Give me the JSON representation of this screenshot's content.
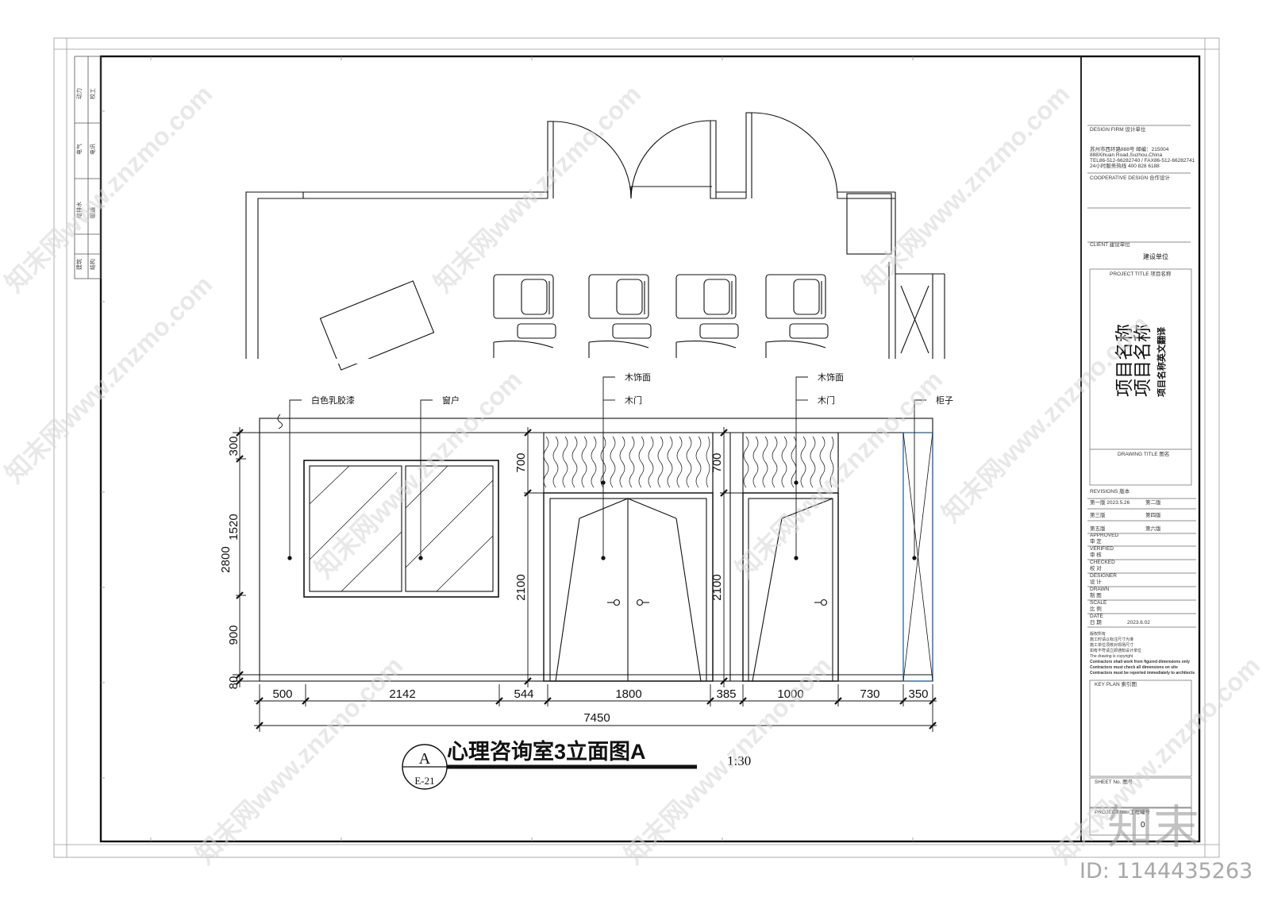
{
  "drawing": {
    "title": "心理咨询室3立面图A",
    "scale": "1:30",
    "callout_letter": "A",
    "callout_sheet": "E-21"
  },
  "annotations": [
    "白色乳胶漆",
    "窗户",
    "木饰面",
    "木门",
    "木饰面",
    "木门",
    "柜子"
  ],
  "dimensions": {
    "horizontal": [
      "500",
      "2142",
      "544",
      "1800",
      "385",
      "1000",
      "730",
      "350"
    ],
    "total": "7450",
    "left_outer": "2800",
    "left_inner": [
      "300",
      "1520",
      "900",
      "80"
    ],
    "door_panel": [
      "700",
      "2100"
    ],
    "door_panel_2": [
      "700",
      "2100"
    ]
  },
  "left_strip": {
    "col1": [
      "动力",
      "电气",
      "给排水",
      "建筑",
      "结构"
    ],
    "col2": [
      "校工",
      "电讯",
      "暖通",
      ""
    ]
  },
  "title_block": {
    "design_firm": "DESIGN FIRM  设计单位",
    "firm_address": [
      "苏州市西环路888号  邮编：215004",
      "888Xihuan Road,Suzhou,China",
      "TEL86-512-66282740 / FAX86-512-66282741",
      "24小时服务热线 400 828 6188"
    ],
    "cooperative": "COOPERATIVE DESIGN  合作设计",
    "client": "CLIENT  建设单位",
    "client_value": "建设单位",
    "project_title": "PROJECT TITLE  项目名称",
    "project_name": "项目名称",
    "project_name_2": "项目名称",
    "project_name_en": "项目名称英文翻译",
    "drawing_title": "DRAWING TITLE  图名",
    "revisions": "REVISIONS  版本",
    "rev_rows": [
      "第一版   2023.5.26",
      "第二版",
      "第三版",
      "第四版",
      "第五版",
      "第六版"
    ],
    "roles": [
      "APPROVED",
      "审  定",
      "VERIFIED",
      "审  核",
      "CHECKED",
      "校  对",
      "DESIGNER",
      "设  计",
      "DRAWN",
      "制  图",
      "SCALE",
      "比  例",
      "DATE",
      "日  期"
    ],
    "date_value": "2023.6.02",
    "notes": [
      "版权所有",
      "施工时请以标注尺寸为准",
      "施工单位须核对现场尺寸",
      "如有不符请立即通知设计单位",
      "The drawing is copyright",
      "Contractors shall work from figured dimensions only",
      "Contractors must check all dimensions on site",
      "Contractors must be reported immediately to architects"
    ],
    "key_plan": "KEY  PLAN   索引图",
    "sheet_no": "SHEET  No.   图号",
    "project_no": "PROJECT No.  工程编号",
    "project_no_value": "0"
  },
  "watermark": {
    "text": "知末网www.znzmo.com",
    "logo": "知末",
    "id": "ID: 1144435263"
  },
  "colors": {
    "line": "#111111",
    "thin": "#555555",
    "cabinet": "#3a6ea5",
    "watermark": "#d8d8d8"
  }
}
